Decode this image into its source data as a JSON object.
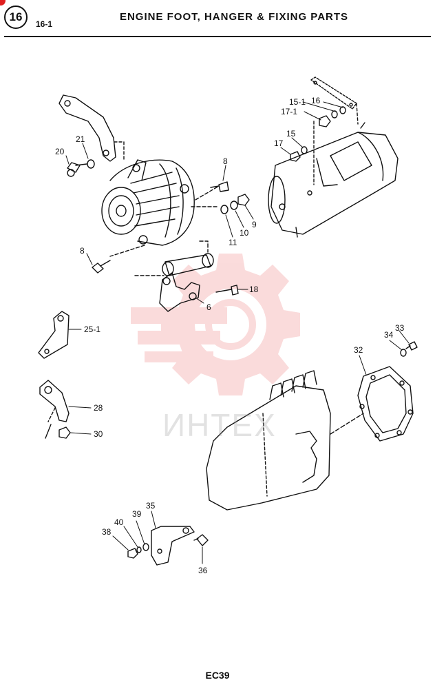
{
  "header": {
    "section_number": "16",
    "subsection": "16-1",
    "title": "ENGINE FOOT, HANGER & FIXING PARTS"
  },
  "callouts": {
    "c20": "20",
    "c21": "21",
    "c8a": "8",
    "c8b": "8",
    "c9": "9",
    "c10": "10",
    "c11": "11",
    "c15_1": "15-1",
    "c16": "16",
    "c17_1": "17-1",
    "c15": "15",
    "c17": "17",
    "c18": "18",
    "c6": "6",
    "c25_1": "25-1",
    "c28": "28",
    "c30": "30",
    "c32": "32",
    "c33": "33",
    "c34": "34",
    "c35": "35",
    "c36": "36",
    "c38": "38",
    "c39": "39",
    "c40": "40"
  },
  "watermark": {
    "text": "ИНТЕХ"
  },
  "footer": {
    "page_code": "EC39"
  },
  "colors": {
    "ink": "#111111",
    "watermark": "#f08080",
    "mark": "#e02020"
  }
}
